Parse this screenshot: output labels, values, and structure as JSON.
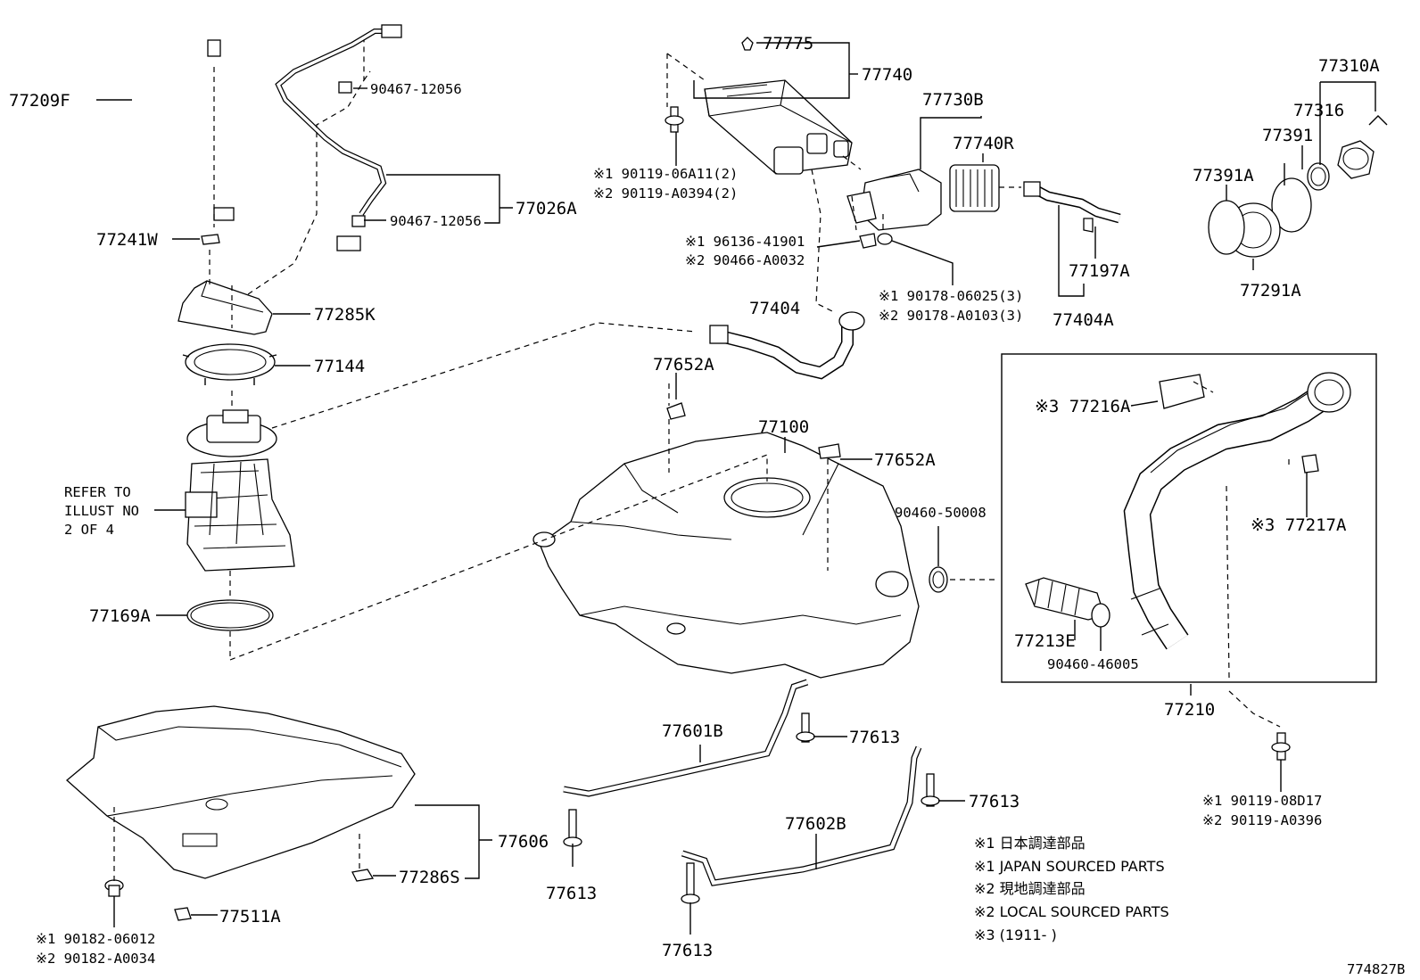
{
  "labels": {
    "p77209F": "77209F",
    "p77241W": "77241W",
    "p90467_a": "90467-12056",
    "p90467_b": "90467-12056",
    "p77026A": "77026A",
    "p77285K": "77285K",
    "p77144": "77144",
    "refer1": "REFER TO",
    "refer2": "ILLUST NO",
    "refer3": "2 OF 4",
    "p77169A": "77169A",
    "p77775": "77775",
    "p77740": "77740",
    "p90119_1": "※1 90119-06A11(2)",
    "p90119_2": "※2 90119-A0394(2)",
    "p96136_1": "※1 96136-41901",
    "p90466_2": "※2 90466-A0032",
    "p77404": "77404",
    "p77730B": "77730B",
    "p77740R": "77740R",
    "p90178_1": "※1 90178-06025(3)",
    "p90178_2": "※2 90178-A0103(3)",
    "p77197A": "77197A",
    "p77404A": "77404A",
    "p77310A": "77310A",
    "p77316": "77316",
    "p77391": "77391",
    "p77391A": "77391A",
    "p77291A": "77291A",
    "p77652A_a": "77652A",
    "p77100": "77100",
    "p77652A_b": "77652A",
    "p90460_50008": "90460-50008",
    "p77216A": "※3 77216A",
    "p77217A": "※3 77217A",
    "p77213E": "77213E",
    "p90460_46005": "90460-46005",
    "p77210": "77210",
    "p90119_08D17": "※1 90119-08D17",
    "p90119_A0396": "※2 90119-A0396",
    "p77601B": "77601B",
    "p77613_a": "77613",
    "p77613_b": "77613",
    "p77613_c": "77613",
    "p77613_d": "77613",
    "p77602B": "77602B",
    "p77606": "77606",
    "p77286S": "77286S",
    "p77511A": "77511A",
    "p90182_1": "※1 90182-06012",
    "p90182_2": "※2 90182-A0034"
  },
  "legend": {
    "l1": "※1  日本調達部品",
    "l2": "※1  JAPAN SOURCED PARTS",
    "l3": "※2  現地調達部品",
    "l4": "※2  LOCAL SOURCED PARTS",
    "l5": "※3 (1911-        )"
  },
  "diagram_id": "774827B"
}
